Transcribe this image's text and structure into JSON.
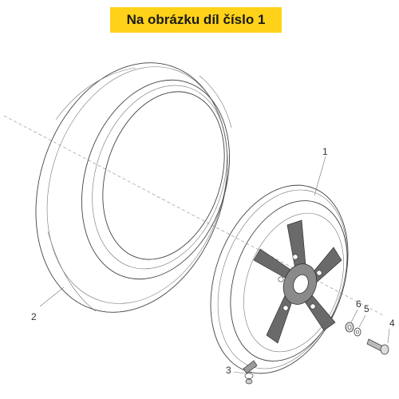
{
  "banner": {
    "text": "Na obrázku díl číslo 1",
    "background": "#ffd21a"
  },
  "callouts": [
    {
      "id": "1",
      "label": "1"
    },
    {
      "id": "2",
      "label": "2"
    },
    {
      "id": "3",
      "label": "3"
    },
    {
      "id": "4",
      "label": "4"
    },
    {
      "id": "5",
      "label": "5"
    },
    {
      "id": "6",
      "label": "6"
    }
  ],
  "colors": {
    "line": "#444444",
    "wheel_fill": "#6a6a6a",
    "label": "#333333"
  }
}
